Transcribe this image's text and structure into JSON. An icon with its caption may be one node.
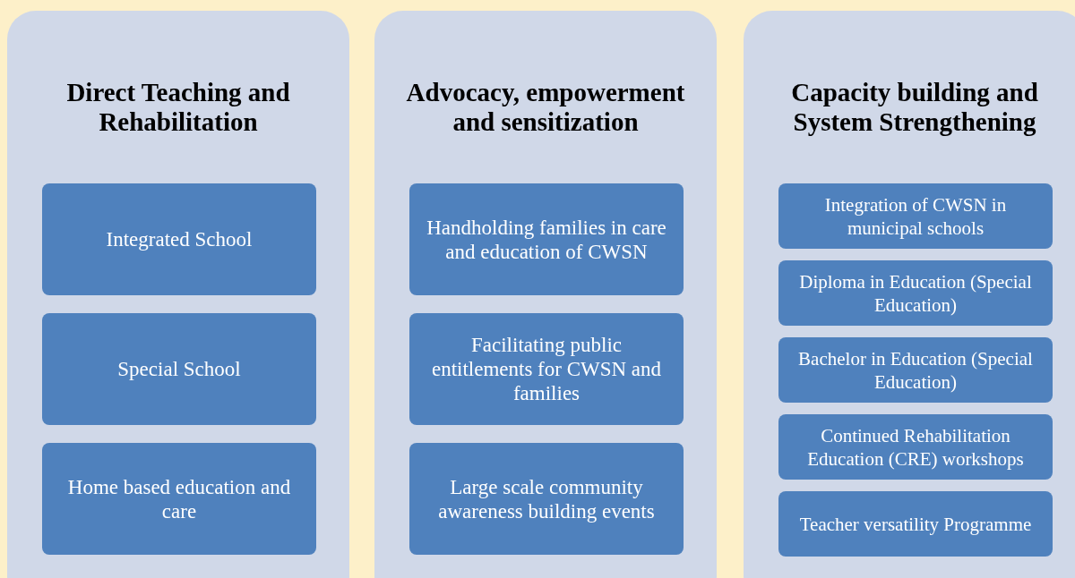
{
  "diagram": {
    "nodes": [
      {
        "text": [
          "Direct Teaching and Rehabilitation"
        ]
      },
      {
        "text": [
          "Integrated School"
        ],
        "in": 0
      },
      {
        "text": [
          "Special School"
        ],
        "in": 0
      },
      {
        "text": [
          "Home based education and care"
        ],
        "in": 0
      },
      {
        "text": [
          "Advocacy, empowerment and sensitization"
        ]
      },
      {
        "text": [
          "Handholding families in care and education of CWSN"
        ],
        "in": 4
      },
      {
        "text": [
          "Facilitating public entitlements for CWSN and families"
        ],
        "in": 4
      },
      {
        "text": [
          "Large scale community awareness building events"
        ],
        "in": 4
      },
      {
        "text": [
          "Capacity building and System Strengthening"
        ]
      },
      {
        "text": [
          "Integration of CWSN in municipal schools"
        ],
        "in": 8
      },
      {
        "text": [
          "Diploma in Education (Special Education)"
        ],
        "in": 8
      },
      {
        "text": [
          "Bachelor in Education (Special Education)"
        ],
        "in": 8
      },
      {
        "text": [
          "Continued Rehabilitation Education (CRE) workshops"
        ],
        "in": 8
      },
      {
        "text": [
          "Teacher versatility Programme"
        ],
        "in": 8
      }
    ]
  }
}
